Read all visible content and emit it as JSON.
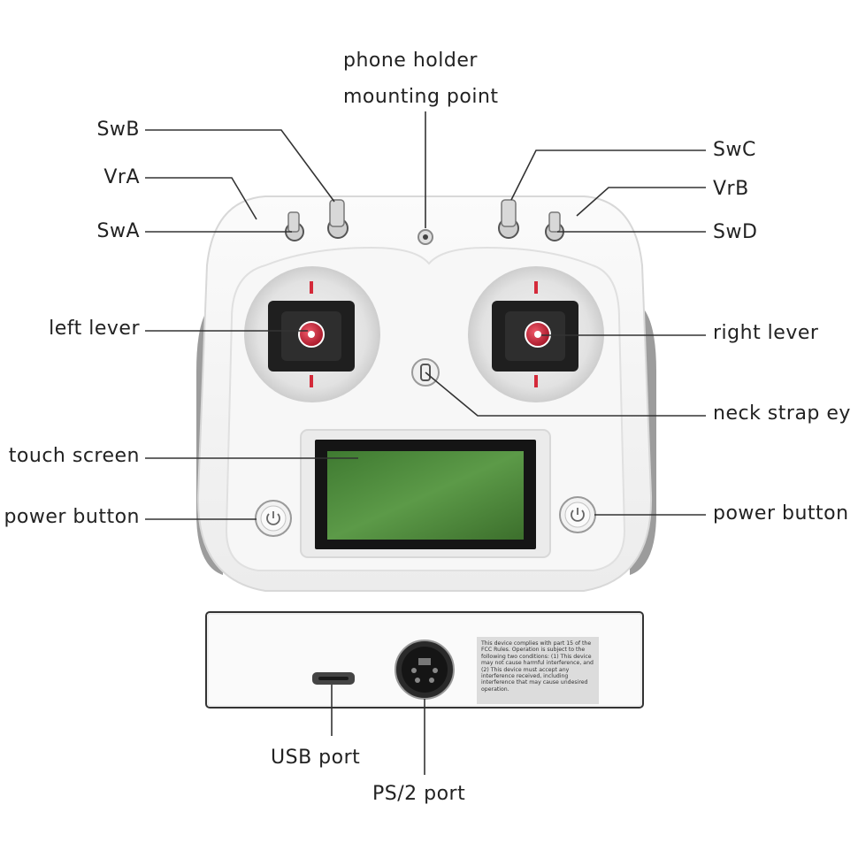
{
  "labels": {
    "phone_holder_line1": "phone holder",
    "phone_holder_line2": "mounting point",
    "swb": "SwB",
    "vra": "VrA",
    "swa": "SwA",
    "swc": "SwC",
    "vrb": "VrB",
    "swd": "SwD",
    "left_lever": "left lever",
    "right_lever": "right lever",
    "neck_strap": "neck strap ey",
    "touch_screen": "touch screen",
    "power_button_left": "power button",
    "power_button_right": "power button",
    "usb_port": "USB port",
    "ps2_port": "PS/2 port"
  },
  "fcc_notice": "This device complies with part 15 of the FCC Rules. Operation is subject to the following two conditions: (1) This device may not cause harmful interference, and (2) This device must accept any interference received, including interference that may cause undesired operation.",
  "colors": {
    "body": "#f4f4f4",
    "grip": "#9a9a9a",
    "screen": "#4f8a3a",
    "stick_red": "#d42a3a",
    "line": "#333333"
  }
}
